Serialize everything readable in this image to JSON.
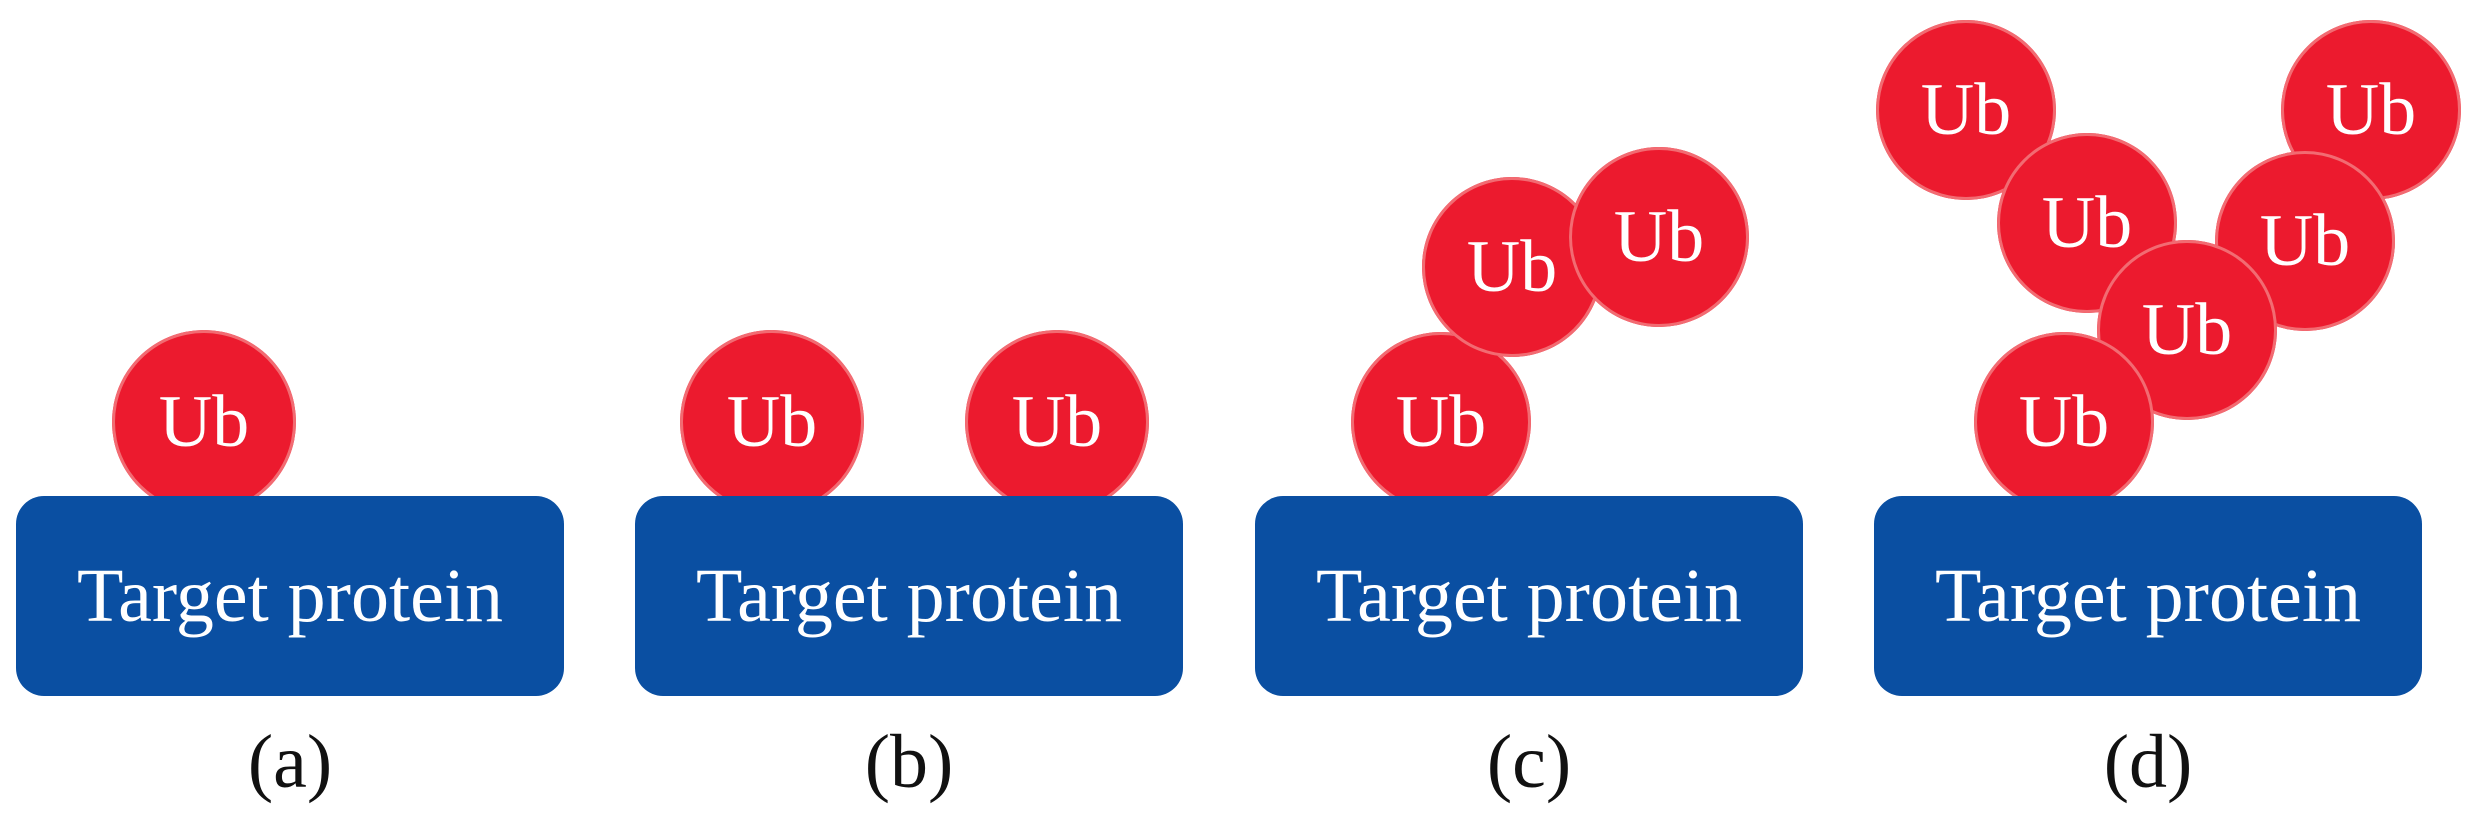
{
  "colors": {
    "protein_fill": "#0a4fa2",
    "ubiquitin_fill": "#ec1a2e",
    "label_text": "#ffffff",
    "caption_text": "#111111"
  },
  "panels": [
    {
      "caption": "(a)",
      "protein_label": "Target protein",
      "ubiquitin_labels": [
        "Ub"
      ]
    },
    {
      "caption": "(b)",
      "protein_label": "Target protein",
      "ubiquitin_labels": [
        "Ub",
        "Ub"
      ]
    },
    {
      "caption": "(c)",
      "protein_label": "Target protein",
      "ubiquitin_labels": [
        "Ub",
        "Ub",
        "Ub"
      ]
    },
    {
      "caption": "(d)",
      "protein_label": "Target protein",
      "ubiquitin_labels": [
        "Ub",
        "Ub",
        "Ub",
        "Ub",
        "Ub",
        "Ub"
      ]
    }
  ]
}
